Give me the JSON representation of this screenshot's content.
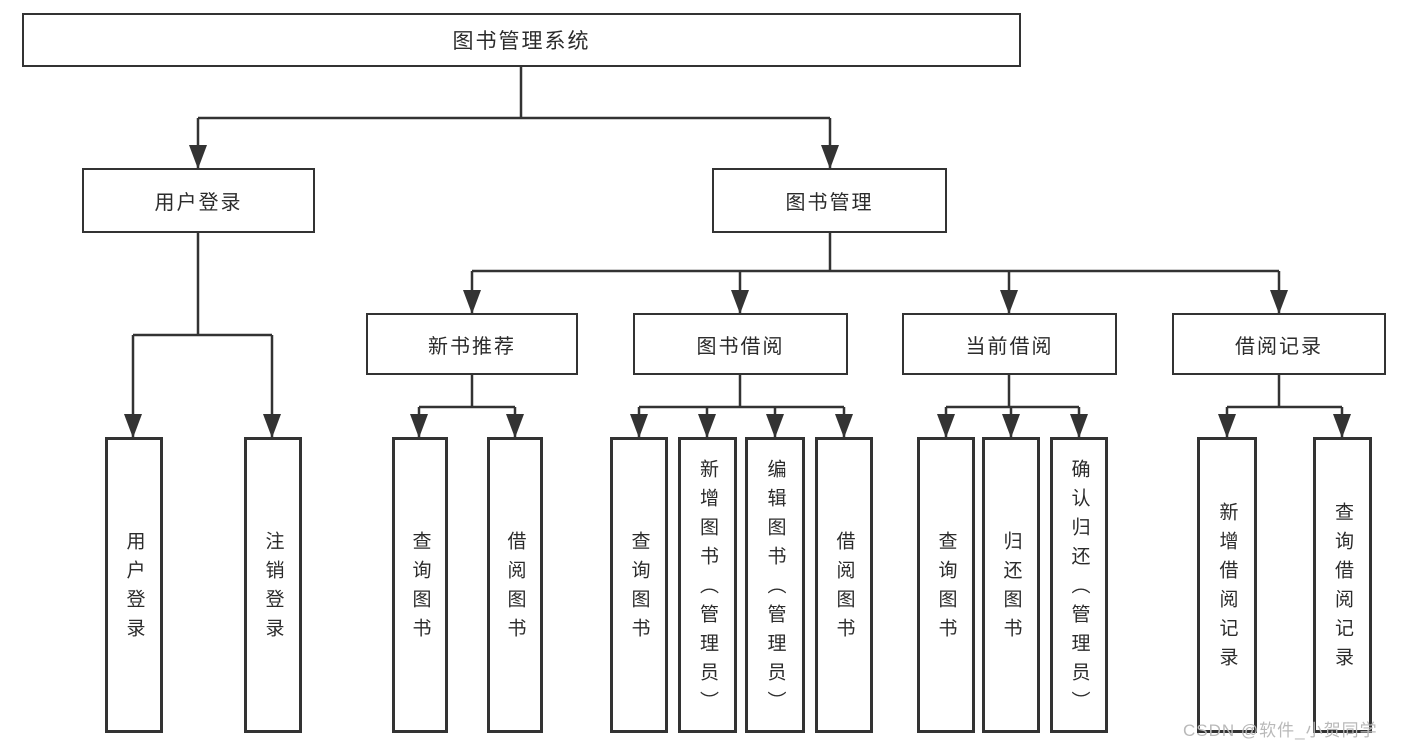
{
  "tree": {
    "root": "图书管理系统",
    "branches": [
      {
        "label": "用户登录",
        "children": [
          {
            "label": "用户登录"
          },
          {
            "label": "注销登录"
          }
        ]
      },
      {
        "label": "图书管理",
        "children": [
          {
            "label": "新书推荐",
            "children": [
              {
                "label": "查询图书"
              },
              {
                "label": "借阅图书"
              }
            ]
          },
          {
            "label": "图书借阅",
            "children": [
              {
                "label": "查询图书"
              },
              {
                "label": "新增图书（管理员）"
              },
              {
                "label": "编辑图书（管理员）"
              },
              {
                "label": "借阅图书"
              }
            ]
          },
          {
            "label": "当前借阅",
            "children": [
              {
                "label": "查询图书"
              },
              {
                "label": "归还图书"
              },
              {
                "label": "确认归还（管理员）"
              }
            ]
          },
          {
            "label": "借阅记录",
            "children": [
              {
                "label": "新增借阅记录"
              },
              {
                "label": "查询借阅记录"
              }
            ]
          }
        ]
      }
    ]
  },
  "watermark": "CSDN @软件_小贺同学",
  "colors": {
    "line": "#333333",
    "box_border": "#333333",
    "text": "#2b2b2b",
    "watermark": "#b9b9b9",
    "background": "#ffffff"
  }
}
